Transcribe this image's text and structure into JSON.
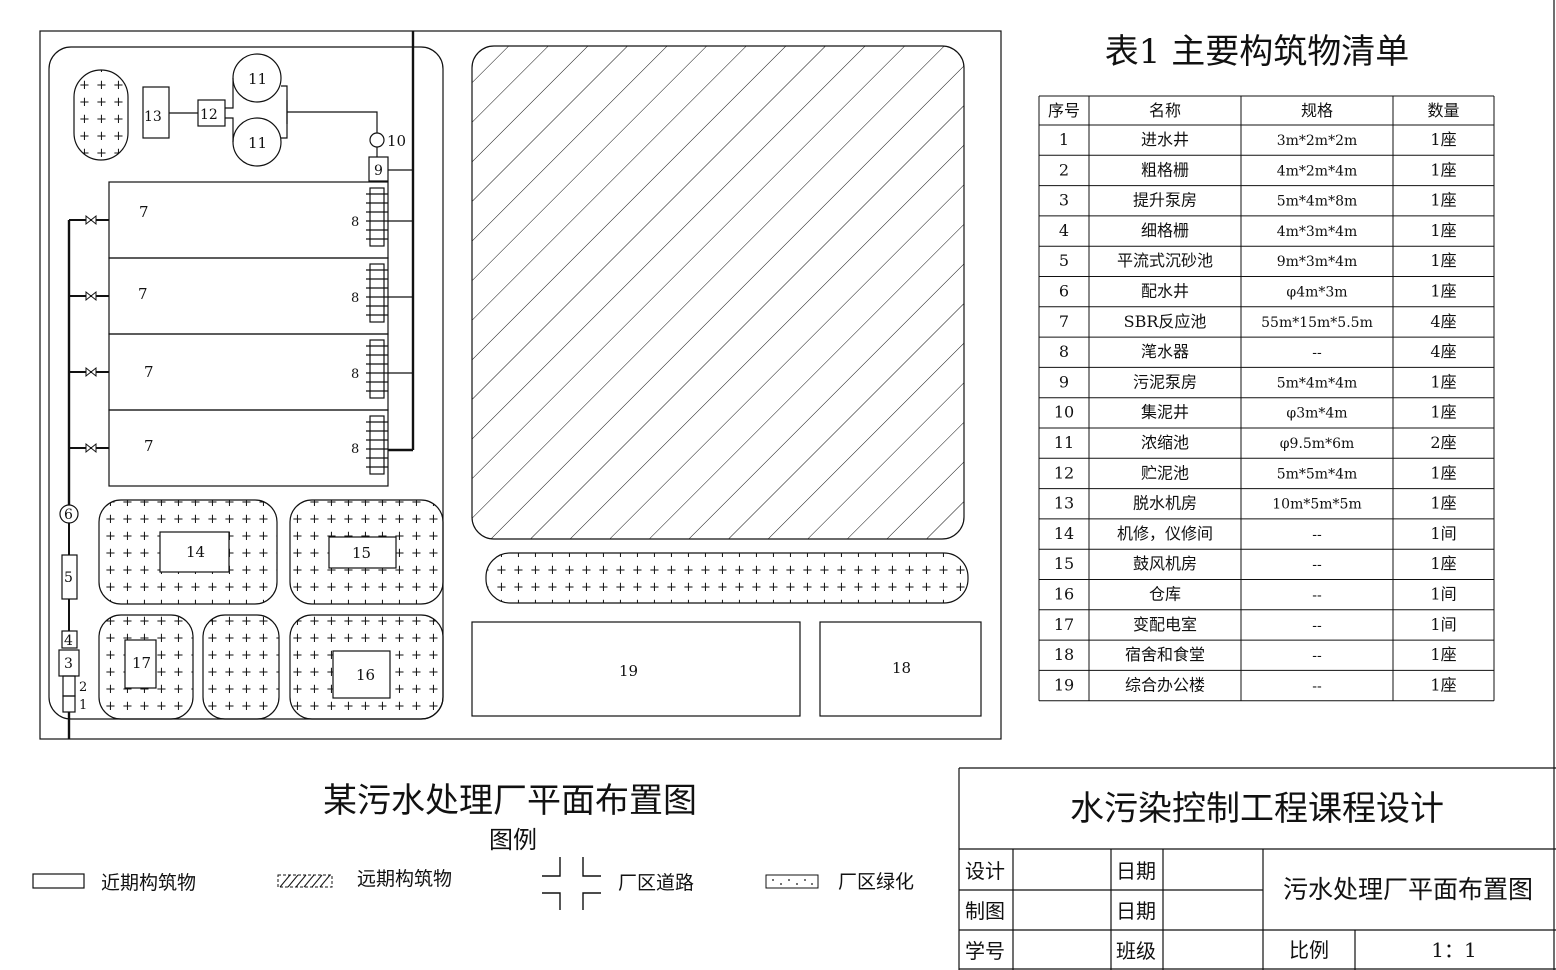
{
  "plan": {
    "title": "某污水处理厂平面布置图",
    "legend_title": "图例",
    "legend": {
      "near": "近期构筑物",
      "far": "远期构筑物",
      "road": "厂区道路",
      "green": "厂区绿化"
    },
    "labels": {
      "l1": "1",
      "l2": "2",
      "l3": "3",
      "l4": "4",
      "l5": "5",
      "l6": "6",
      "l7": "7",
      "l8": "8",
      "l9": "9",
      "l10": "10",
      "l11": "11",
      "l12": "12",
      "l13": "13",
      "l14": "14",
      "l15": "15",
      "l16": "16",
      "l17": "17",
      "l18": "18",
      "l19": "19"
    }
  },
  "table": {
    "title": "表1  主要构筑物清单",
    "headers": [
      "序号",
      "名称",
      "规格",
      "数量"
    ],
    "rows": [
      [
        "1",
        "进水井",
        "3m*2m*2m",
        "1座"
      ],
      [
        "2",
        "粗格栅",
        "4m*2m*4m",
        "1座"
      ],
      [
        "3",
        "提升泵房",
        "5m*4m*8m",
        "1座"
      ],
      [
        "4",
        "细格栅",
        "4m*3m*4m",
        "1座"
      ],
      [
        "5",
        "平流式沉砂池",
        "9m*3m*4m",
        "1座"
      ],
      [
        "6",
        "配水井",
        "φ4m*3m",
        "1座"
      ],
      [
        "7",
        "SBR反应池",
        "55m*15m*5.5m",
        "4座"
      ],
      [
        "8",
        "滗水器",
        "--",
        "4座"
      ],
      [
        "9",
        "污泥泵房",
        "5m*4m*4m",
        "1座"
      ],
      [
        "10",
        "集泥井",
        "φ3m*4m",
        "1座"
      ],
      [
        "11",
        "浓缩池",
        "φ9.5m*6m",
        "2座"
      ],
      [
        "12",
        "贮泥池",
        "5m*5m*4m",
        "1座"
      ],
      [
        "13",
        "脱水机房",
        "10m*5m*5m",
        "1座"
      ],
      [
        "14",
        "机修，仪修间",
        "--",
        "1间"
      ],
      [
        "15",
        "鼓风机房",
        "--",
        "1座"
      ],
      [
        "16",
        "仓库",
        "--",
        "1间"
      ],
      [
        "17",
        "变配电室",
        "--",
        "1间"
      ],
      [
        "18",
        "宿舍和食堂",
        "--",
        "1座"
      ],
      [
        "19",
        "综合办公楼",
        "--",
        "1座"
      ]
    ]
  },
  "titleblock": {
    "heading": "水污染控制工程课程设计",
    "design": "设计",
    "draw": "制图",
    "student_id": "学号",
    "date1": "日期",
    "date2": "日期",
    "class": "班级",
    "drawing_name": "污水处理厂平面布置图",
    "scale_label": "比例",
    "scale_value": "1：1"
  },
  "colors": {
    "line": "#111111",
    "bg": "#ffffff"
  }
}
